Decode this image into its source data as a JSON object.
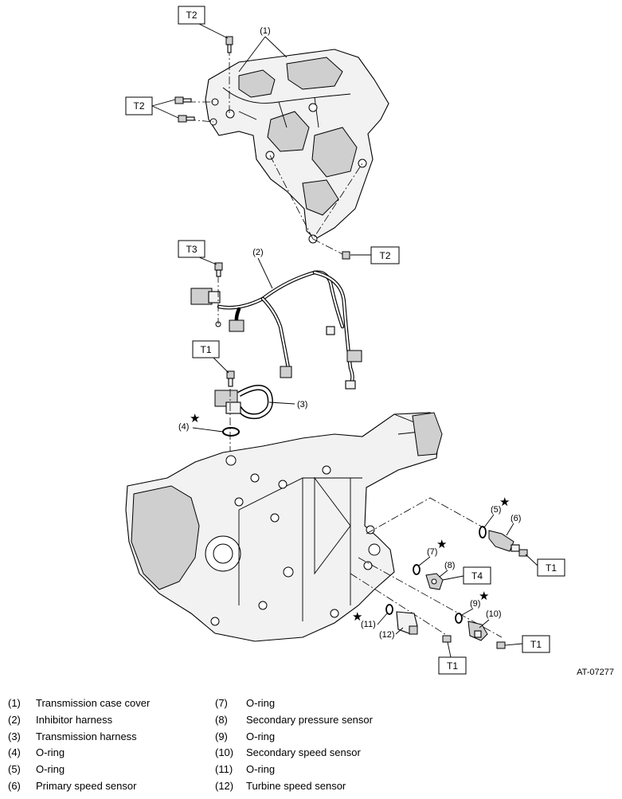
{
  "diagram_code": "AT-07277",
  "torque_labels": {
    "t2_top": "T2",
    "t2_left": "T2",
    "t2_right": "T2",
    "t3": "T3",
    "t1_top": "T1",
    "t4": "T4",
    "t1_right_upper": "T1",
    "t1_right_lower": "T1",
    "t1_bottom": "T1"
  },
  "callouts": {
    "c1": "(1)",
    "c2": "(2)",
    "c3": "(3)",
    "c4": "(4)",
    "c5": "(5)",
    "c6": "(6)",
    "c7": "(7)",
    "c8": "(8)",
    "c9": "(9)",
    "c10": "(10)",
    "c11": "(11)",
    "c12": "(12)"
  },
  "star_symbol": "★",
  "legend": [
    {
      "num": "(1)",
      "text": "Transmission case cover"
    },
    {
      "num": "(2)",
      "text": "Inhibitor harness"
    },
    {
      "num": "(3)",
      "text": "Transmission harness"
    },
    {
      "num": "(4)",
      "text": "O-ring"
    },
    {
      "num": "(5)",
      "text": "O-ring"
    },
    {
      "num": "(6)",
      "text": "Primary speed sensor"
    },
    {
      "num": "(7)",
      "text": "O-ring"
    },
    {
      "num": "(8)",
      "text": "Secondary pressure sensor"
    },
    {
      "num": "(9)",
      "text": "O-ring"
    },
    {
      "num": "(10)",
      "text": "Secondary speed sensor"
    },
    {
      "num": "(11)",
      "text": "O-ring"
    },
    {
      "num": "(12)",
      "text": "Turbine speed sensor"
    }
  ]
}
